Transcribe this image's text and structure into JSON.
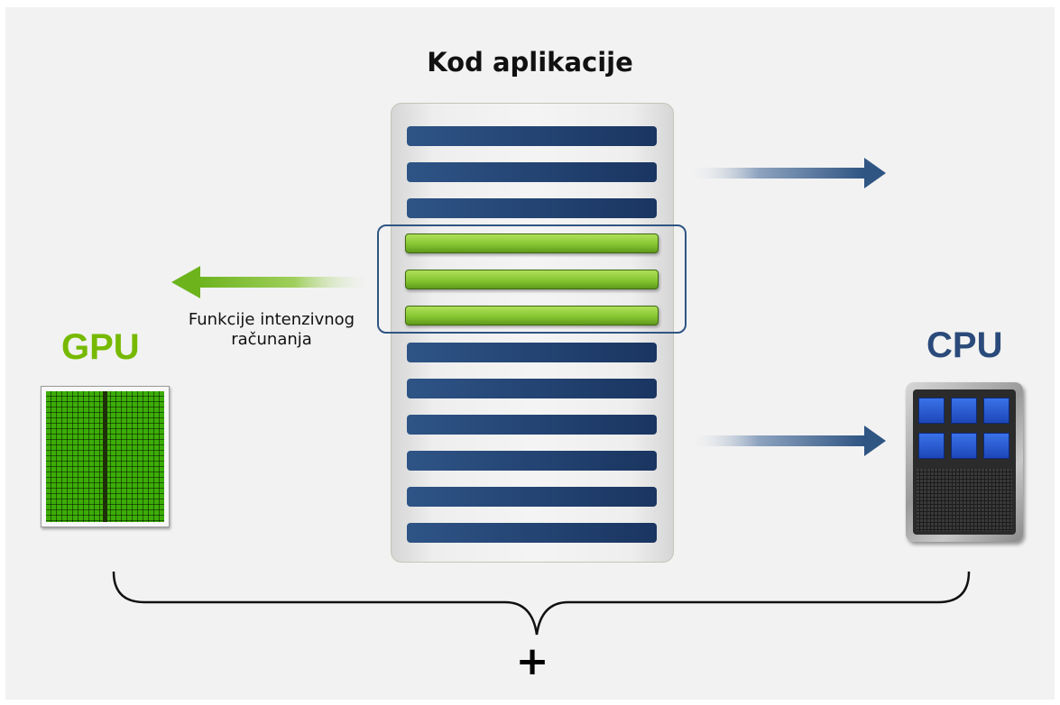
{
  "title": "Kod aplikacije",
  "compute_label_line1": "Funkcije intenzivnog",
  "compute_label_line2": "računanja",
  "gpu_label": "GPU",
  "cpu_label": "CPU",
  "combine_symbol": "+",
  "code_lines": {
    "blue_top_count": 3,
    "green_count": 3,
    "blue_bottom_count": 6
  },
  "colors": {
    "gpu_green": "#76b900",
    "cpu_blue": "#2a4a7a",
    "code_bar_blue": "#1f3c68",
    "arrow_blue": "#2f5583"
  },
  "icons": [
    "gpu-chip-icon",
    "cpu-chip-icon"
  ]
}
